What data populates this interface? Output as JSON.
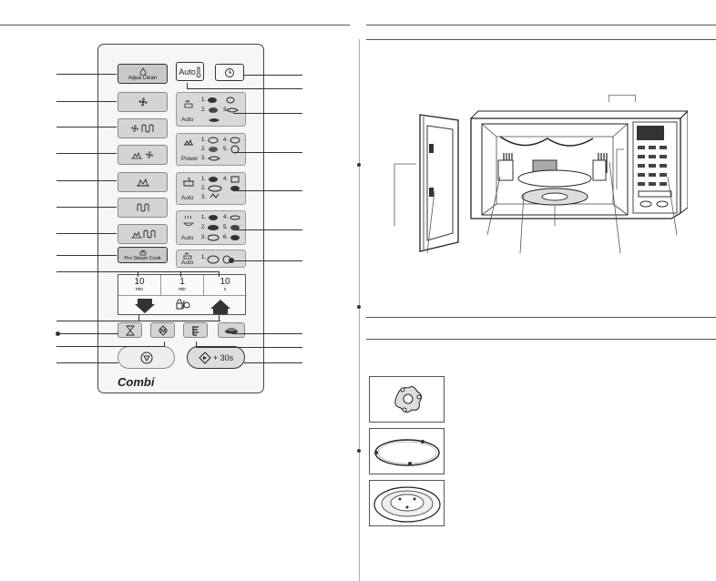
{
  "panel": {
    "aqua_clean": "Aqua Clean",
    "pro_steam_cook": "Pro Steam Cook",
    "auto_top": "Auto",
    "auto_label": "Auto",
    "power_label": "Power",
    "combi": "Combi",
    "plus30": "+ 30s",
    "min10": "10",
    "min10_unit": "min",
    "min1": "1",
    "min1_unit": "min",
    "sec10": "10",
    "sec10_unit": "s",
    "num1": "1.",
    "num2": "2.",
    "num3": "3.",
    "num4": "4.",
    "num5": "5.",
    "num6": "6."
  }
}
